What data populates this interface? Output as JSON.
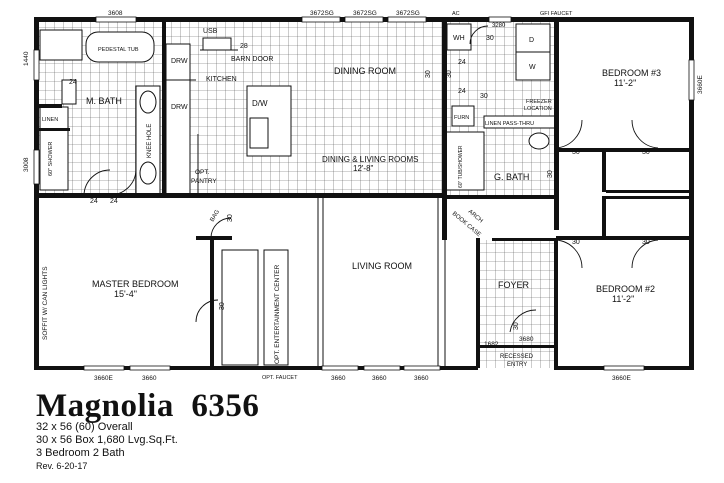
{
  "title": {
    "model_name": "Magnolia",
    "model_number": "6356"
  },
  "specs": {
    "overall": "32 x 56 (60) Overall",
    "box": "30 x 56 Box  1,680 Lvg.Sq.Ft.",
    "rooms": "3 Bedroom  2 Bath",
    "revision": "Rev. 6-20-17"
  },
  "rooms": {
    "master_bath": "M. BATH",
    "kitchen": "KITCHEN",
    "dining_room": "DINING ROOM",
    "dining_living": "DINING & LIVING ROOMS",
    "dining_living_dim": "12'-8\"",
    "bedroom3": "BEDROOM #3",
    "bedroom3_dim": "11'-2\"",
    "g_bath": "G. BATH",
    "master_bedroom": "MASTER BEDROOM",
    "master_bedroom_dim": "15'-4\"",
    "living_room": "LIVING ROOM",
    "foyer": "FOYER",
    "bedroom2": "BEDROOM #2",
    "bedroom2_dim": "11'-2\"",
    "recessed_entry_1": "RECESSED",
    "recessed_entry_2": "ENTRY"
  },
  "fixtures": {
    "pedestal_tub": "PEDESTAL TUB",
    "linen": "LINEN",
    "shower_60": "60\" SHOWER",
    "knee_hole": "KNEE HOLE",
    "drw_1": "DRW",
    "drw_2": "DRW",
    "usb": "USB",
    "barn_door": "BARN DOOR",
    "dw": "D/W",
    "opt_pantry_1": "OPT.",
    "opt_pantry_2": "PANTRY",
    "wh": "WH",
    "dryer": "D",
    "washer": "W",
    "furn": "FURN",
    "freezer_1": "FREEZER",
    "freezer_2": "LOCATION",
    "linen_pass": "LINEN PASS-THRU",
    "tub_shower": "60\" TUB/SHOWER",
    "book_case": "BOOK CASE",
    "arch": "ARCH",
    "bag": "BAG",
    "opt_entertainment": "OPT. ENTERTAINMENT CENTER",
    "soffit": "SOFFIT W/ CAN LIGHTS",
    "ac": "AC",
    "gfi_faucet": "GFI   FAUCET",
    "opt_faucet": "OPT. FAUCET"
  },
  "dimensions": {
    "w_3608": "3608",
    "w_3672sg_1": "3672SG",
    "w_3672sg_2": "3672SG",
    "w_3672sg_3": "3672SG",
    "w_3280": "3280",
    "w_1440": "1440",
    "w_3008": "3008",
    "w_3660e_right": "3660E",
    "w_3660e_bl": "3660E",
    "w_3660_bl": "3660",
    "w_3660_b1": "3660",
    "w_3660_b2": "3660",
    "w_3660_b3": "3660",
    "w_3660e_br": "3660E",
    "w_1682": "1682",
    "w_3680": "3680",
    "d_28": "28",
    "d_24_a": "24",
    "d_24_b": "24",
    "d_24_c": "24",
    "d_24_d": "24",
    "d_24_e": "24",
    "d_30_a": "30",
    "d_30_b": "30",
    "d_30_c": "30",
    "d_30_d": "30",
    "d_30_e": "30",
    "d_30_f": "30",
    "d_30_g": "30",
    "d_30_h": "30",
    "d_30_i": "30",
    "d_30_j": "30",
    "d_30_k": "30",
    "d_30_l": "30"
  }
}
